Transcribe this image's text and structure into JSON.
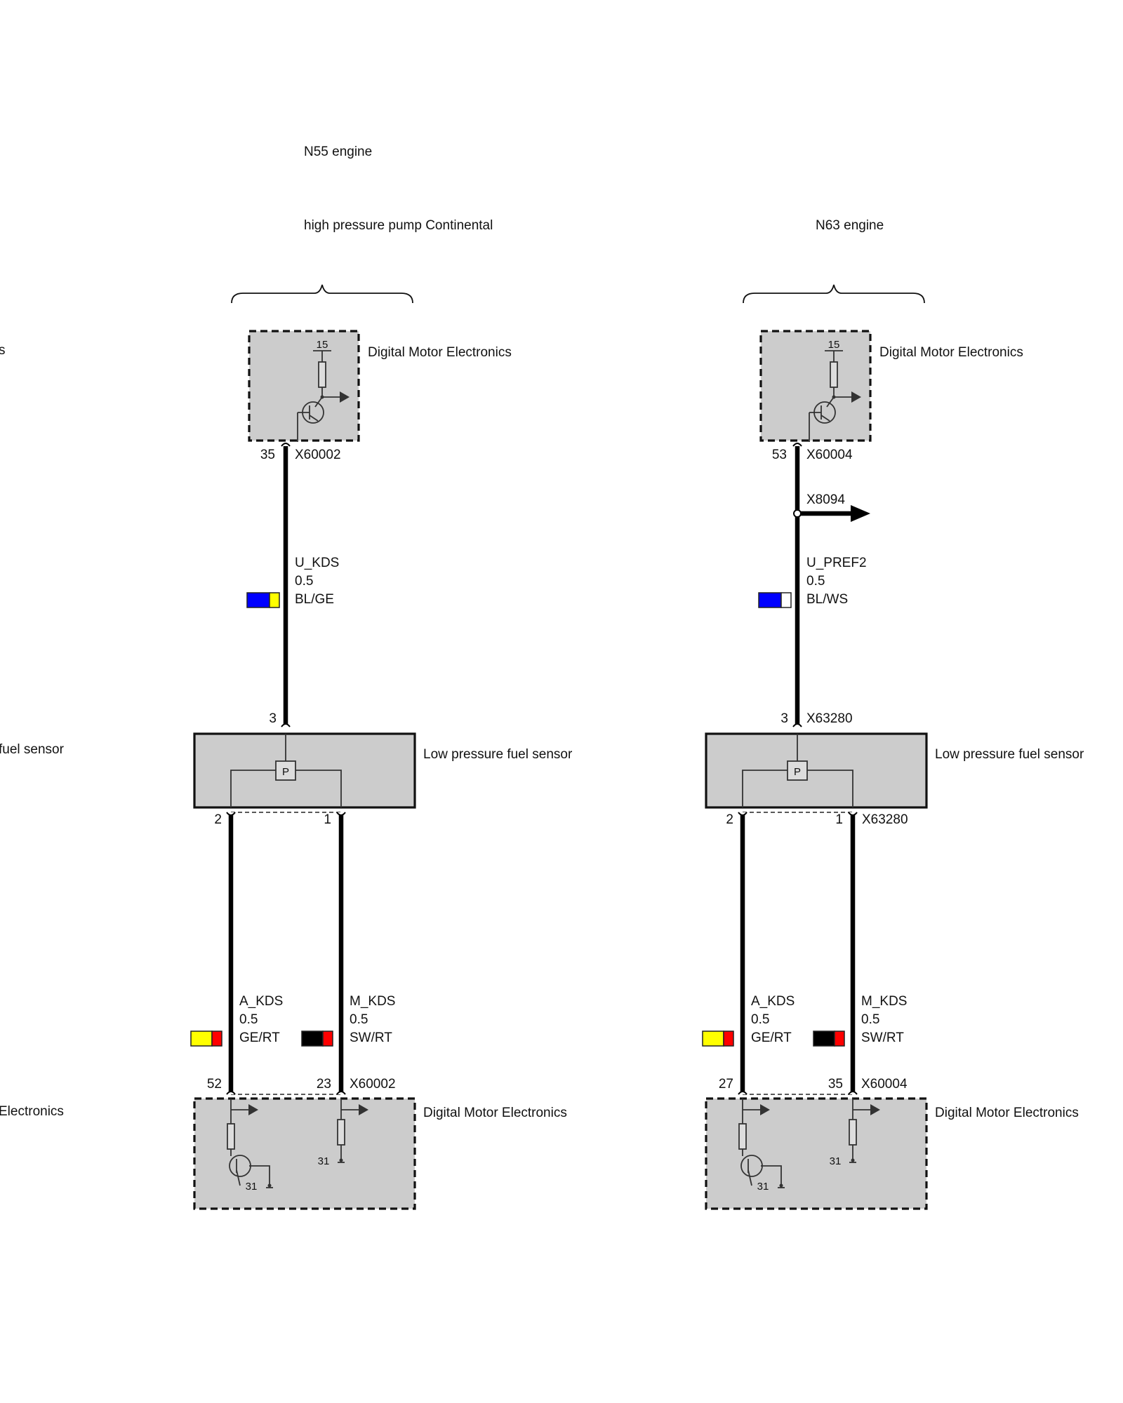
{
  "left_clipped": {
    "frag1": "s",
    "frag2": "fuel sensor",
    "frag3": "Electronics"
  },
  "col1": {
    "engine": "N55 engine",
    "variant": "high pressure pump Continental",
    "dme_top": {
      "label": "Digital Motor Electronics",
      "term": "15",
      "pin": "35",
      "connector": "X60002"
    },
    "wire_top": {
      "signal": "U_KDS",
      "size": "0.5",
      "color_code": "BL/GE",
      "colors": [
        "#0000ff",
        "#ffff00"
      ]
    },
    "sensor": {
      "label": "Low pressure fuel sensor",
      "symbol": "P",
      "pin_top": "3",
      "pin_left": "2",
      "pin_right": "1"
    },
    "wire_a": {
      "signal": "A_KDS",
      "size": "0.5",
      "color_code": "GE/RT",
      "colors": [
        "#ffff00",
        "#ff0000"
      ]
    },
    "wire_m": {
      "signal": "M_KDS",
      "size": "0.5",
      "color_code": "SW/RT",
      "colors": [
        "#000000",
        "#ff0000"
      ]
    },
    "dme_bottom": {
      "label": "Digital Motor Electronics",
      "pin_a": "52",
      "pin_m": "23",
      "connector": "X60002",
      "gnd1": "31",
      "gnd2": "31"
    }
  },
  "col2": {
    "variant": "N63 engine",
    "dme_top": {
      "label": "Digital Motor Electronics",
      "term": "15",
      "pin": "53",
      "connector": "X60004"
    },
    "splice": "X8094",
    "wire_top": {
      "signal": "U_PREF2",
      "size": "0.5",
      "color_code": "BL/WS",
      "colors": [
        "#0000ff",
        "#ffffff"
      ]
    },
    "sensor": {
      "label": "Low pressure fuel sensor",
      "symbol": "P",
      "pin_top": "3",
      "connector_top": "X63280",
      "pin_left": "2",
      "pin_right": "1",
      "connector_bottom": "X63280"
    },
    "wire_a": {
      "signal": "A_KDS",
      "size": "0.5",
      "color_code": "GE/RT",
      "colors": [
        "#ffff00",
        "#ff0000"
      ]
    },
    "wire_m": {
      "signal": "M_KDS",
      "size": "0.5",
      "color_code": "SW/RT",
      "colors": [
        "#000000",
        "#ff0000"
      ]
    },
    "dme_bottom": {
      "label": "Digital Motor Electronics",
      "pin_a": "27",
      "pin_m": "35",
      "connector": "X60004",
      "gnd1": "31",
      "gnd2": "31"
    }
  }
}
